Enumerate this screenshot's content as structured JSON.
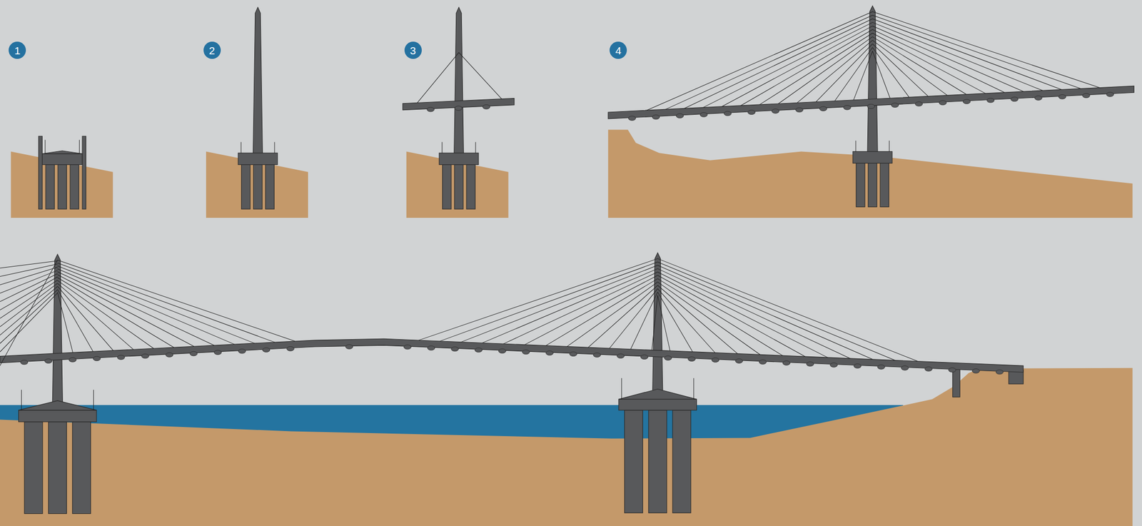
{
  "diagram": {
    "nodes": [
      {
        "text": [
          "1"
        ]
      },
      {
        "text": [
          "2"
        ]
      },
      {
        "text": [
          "3"
        ]
      },
      {
        "text": [
          "4"
        ]
      }
    ]
  }
}
